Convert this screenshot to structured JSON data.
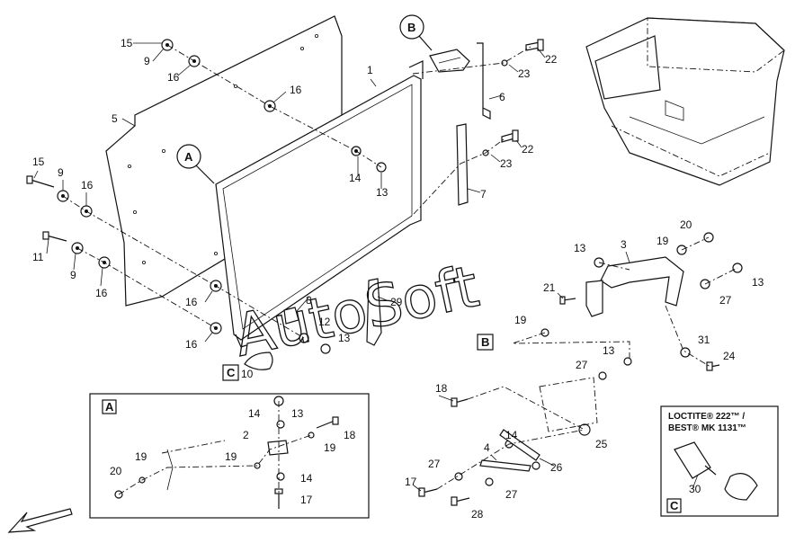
{
  "watermark": "AutoSoft",
  "detail_labels": {
    "a": "A",
    "b": "B",
    "c": "C"
  },
  "callouts": {
    "n1": "1",
    "n2": "2",
    "n3": "3",
    "n4": "4",
    "n5": "5",
    "n6": "6",
    "n7": "7",
    "n8": "8",
    "n9": "9",
    "n10": "10",
    "n11": "11",
    "n12": "12",
    "n13": "13",
    "n14": "14",
    "n15": "15",
    "n16": "16",
    "n17": "17",
    "n18": "18",
    "n19": "19",
    "n20": "20",
    "n21": "21",
    "n22": "22",
    "n23": "23",
    "n24": "24",
    "n25": "25",
    "n26": "26",
    "n27": "27",
    "n28": "28",
    "n29": "29",
    "n30": "30",
    "n31": "31"
  },
  "loctite": {
    "line1": "LOCTITE® 222™ /",
    "line2": "BEST® MK 1131™"
  }
}
